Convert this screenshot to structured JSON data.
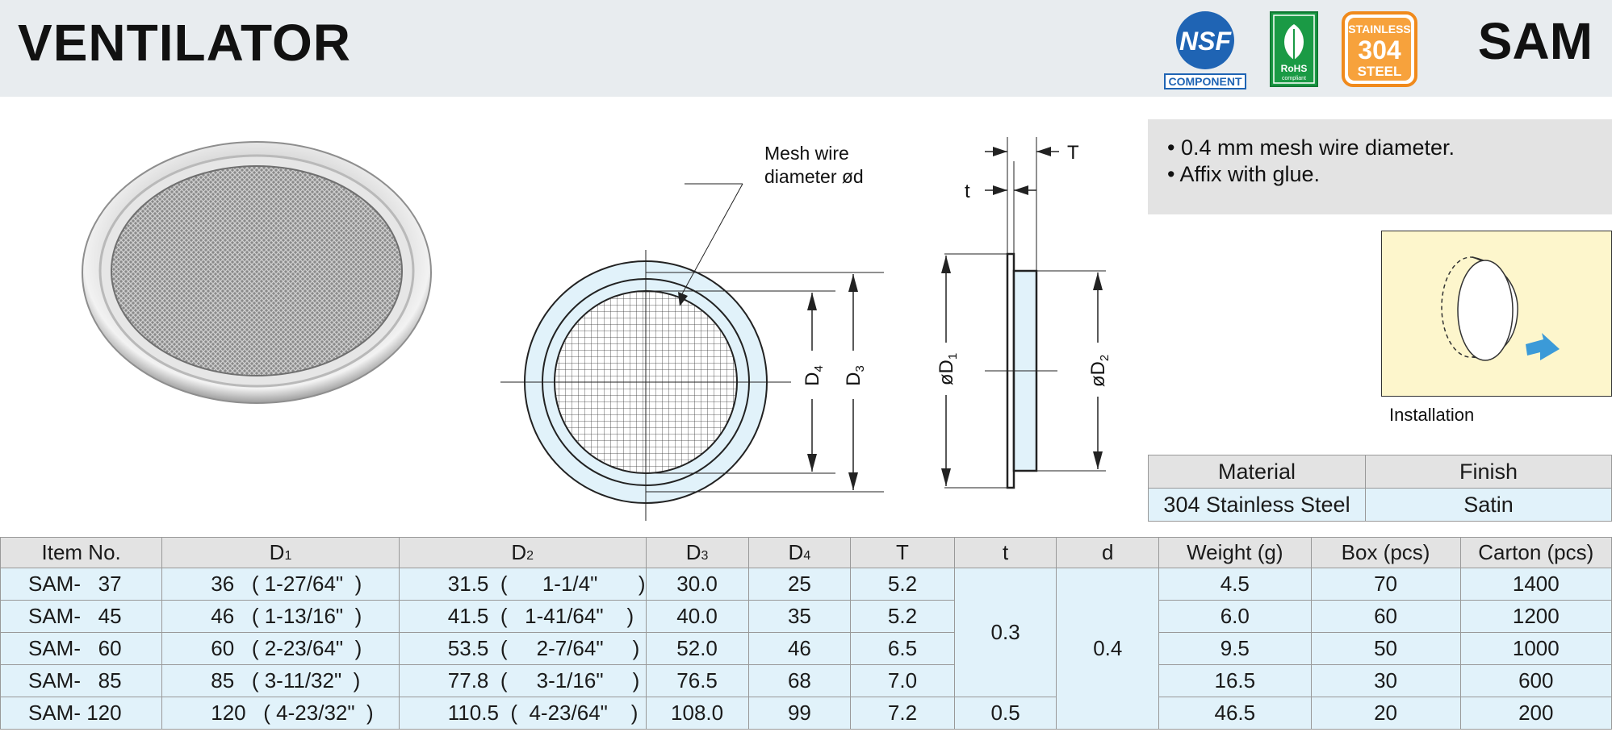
{
  "header": {
    "title": "VENTILATOR",
    "series": "SAM",
    "badges": {
      "nsf_mark": "NSF",
      "nsf_caption": "COMPONENT",
      "rohs_main": "RoHS",
      "rohs_sub": "compliant",
      "ss_line1": "STAINLESS",
      "ss_line2": "304",
      "ss_line3": "STEEL"
    }
  },
  "drawing": {
    "callout_line1": "Mesh wire",
    "callout_line2": "diameter  ød",
    "dim_D4": "D",
    "dim_D4_sub": "4",
    "dim_D3": "D",
    "dim_D3_sub": "3",
    "dim_D1": "øD",
    "dim_D1_sub": "1",
    "dim_D2": "øD",
    "dim_D2_sub": "2",
    "dim_T": "T",
    "dim_t": "t"
  },
  "notes": [
    "• 0.4 mm mesh wire diameter.",
    "• Affix with glue."
  ],
  "installation_label": "Installation",
  "material_table": {
    "headers": [
      "Material",
      "Finish"
    ],
    "row": [
      "304 Stainless Steel",
      "Satin"
    ]
  },
  "spec_table": {
    "headers": {
      "item": "Item No.",
      "d1": "D",
      "d1_sub": "1",
      "d2": "D",
      "d2_sub": "2",
      "d3": "D",
      "d3_sub": "3",
      "d4": "D",
      "d4_sub": "4",
      "T": "T",
      "t": "t",
      "d": "d",
      "weight": "Weight (g)",
      "box": "Box (pcs)",
      "carton": "Carton (pcs)"
    },
    "t_group1": "0.3",
    "t_group2": "0.5",
    "d_all": "0.4",
    "rows": [
      {
        "item": "SAM-   37",
        "d1": "36   ( 1-27/64\"  )",
        "d2": "31.5  (      1-1/4\"       )",
        "d3": "30.0",
        "d4": "25",
        "T": "5.2",
        "weight": "4.5",
        "box": "70",
        "carton": "1400"
      },
      {
        "item": "SAM-   45",
        "d1": "46   ( 1-13/16\"  )",
        "d2": "41.5  (   1-41/64\"    )",
        "d3": "40.0",
        "d4": "35",
        "T": "5.2",
        "weight": "6.0",
        "box": "60",
        "carton": "1200"
      },
      {
        "item": "SAM-   60",
        "d1": "60   ( 2-23/64\"  )",
        "d2": "53.5  (     2-7/64\"     )",
        "d3": "52.0",
        "d4": "46",
        "T": "6.5",
        "weight": "9.5",
        "box": "50",
        "carton": "1000"
      },
      {
        "item": "SAM-   85",
        "d1": "85   ( 3-11/32\"  )",
        "d2": "77.8  (     3-1/16\"     )",
        "d3": "76.5",
        "d4": "68",
        "T": "7.0",
        "weight": "16.5",
        "box": "30",
        "carton": "600"
      },
      {
        "item": "SAM- 120",
        "d1": "120   ( 4-23/32\"  )",
        "d2": "110.5  (  4-23/64\"    )",
        "d3": "108.0",
        "d4": "99",
        "T": "7.2",
        "weight": "46.5",
        "box": "20",
        "carton": "200"
      }
    ]
  }
}
